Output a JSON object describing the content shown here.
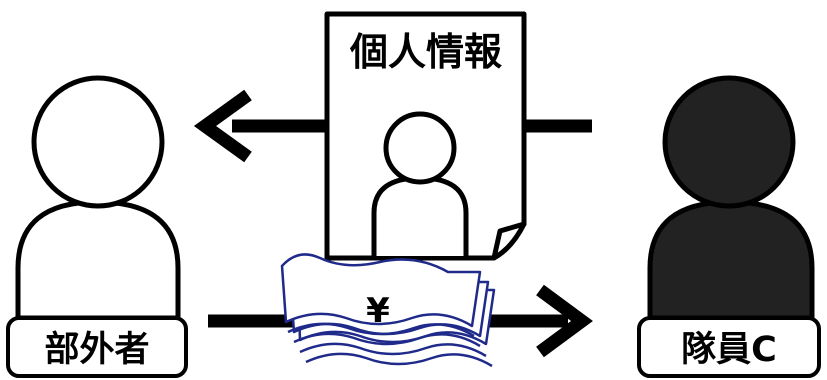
{
  "document": {
    "title": "個人情報"
  },
  "outsider": {
    "label": "部外者"
  },
  "member": {
    "label": "隊員C"
  },
  "money": {
    "symbol": "¥"
  },
  "colors": {
    "outline": "#000000",
    "member_fill": "#222222",
    "banknote_stroke": "#1f2a8a",
    "background": "#ffffff"
  }
}
